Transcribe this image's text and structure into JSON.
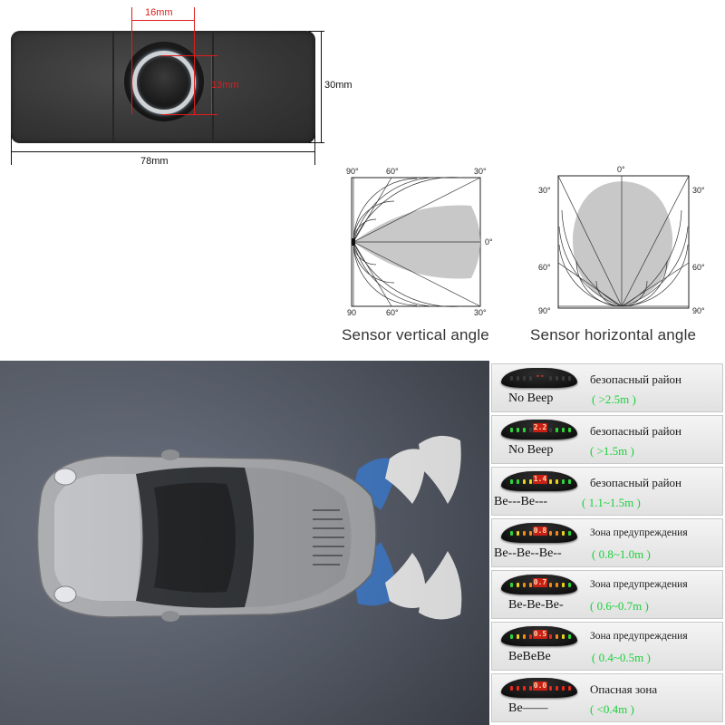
{
  "sensor": {
    "width_label": "16mm",
    "height_label": "13mm",
    "plate_height_label": "30mm",
    "plate_width_label": "78mm"
  },
  "vertical_angle": {
    "caption": "Sensor vertical angle",
    "labels": [
      "90°",
      "60°",
      "30°",
      "0°",
      "90",
      "60°",
      "30°"
    ]
  },
  "horizontal_angle": {
    "caption": "Sensor horizontal angle",
    "labels": [
      "0°",
      "30°",
      "30°",
      "60°",
      "60°",
      "90°",
      "90°"
    ]
  },
  "panels": [
    {
      "display": "--",
      "status": "безопасный район",
      "beep": "No Beep",
      "distance": "( >2.5m )",
      "leds": "off"
    },
    {
      "display": "2.2",
      "status": "безопасный район",
      "beep": "No Beep",
      "distance": "( >1.5m )",
      "leds": "green"
    },
    {
      "display": "1.4",
      "status": "безопасный район",
      "beep": "Be---Be---",
      "distance": "( 1.1~1.5m )",
      "leds": "green-yellow"
    },
    {
      "display": "0.8",
      "status": "Зона предупреждения",
      "beep": "Be--Be--Be--",
      "distance": "( 0.8~1.0m )",
      "leds": "green-yellow-orange"
    },
    {
      "display": "0.7",
      "status": "Зона предупреждения",
      "beep": "Be-Be-Be-",
      "distance": "( 0.6~0.7m )",
      "leds": "green-yellow-orange"
    },
    {
      "display": "0.5",
      "status": "Зона предупреждения",
      "beep": "BeBeBe",
      "distance": "( 0.4~0.5m )",
      "leds": "green-yellow-red"
    },
    {
      "display": "0.0",
      "status": "Опасная зона",
      "beep": "Be——",
      "distance": "( <0.4m )",
      "leds": "all-red"
    }
  ],
  "colors": {
    "dimension_red": "#e01b1b",
    "distance_green": "#1bd13b",
    "wave_blue": "#3d7fd6",
    "wave_white": "#f2f2f2",
    "led_green": "#2fd43a",
    "led_yellow": "#e8d21e",
    "led_orange": "#f08a1e",
    "led_red": "#e8281c",
    "display_red": "#ff3a2a"
  }
}
